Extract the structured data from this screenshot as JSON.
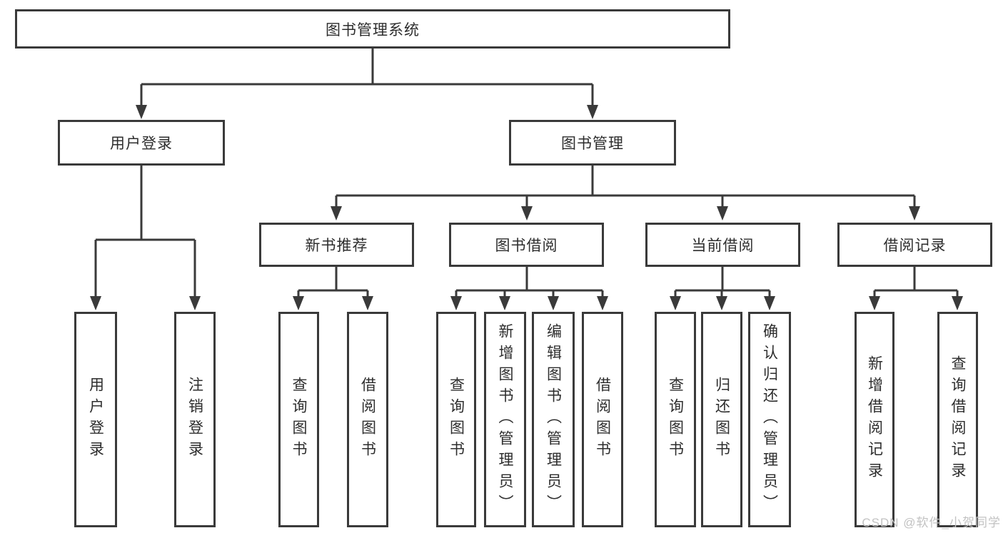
{
  "diagram": {
    "type": "hierarchy",
    "root": {
      "label": "图书管理系统"
    },
    "level2": [
      {
        "label": "用户登录",
        "children": [
          {
            "label": "用户登录"
          },
          {
            "label": "注销登录"
          }
        ]
      },
      {
        "label": "图书管理",
        "children": [
          {
            "label": "新书推荐",
            "children": [
              {
                "label": "查询图书"
              },
              {
                "label": "借阅图书"
              }
            ]
          },
          {
            "label": "图书借阅",
            "children": [
              {
                "label": "查询图书"
              },
              {
                "label": "新增图书（管理员）"
              },
              {
                "label": "编辑图书（管理员）"
              },
              {
                "label": "借阅图书"
              }
            ]
          },
          {
            "label": "当前借阅",
            "children": [
              {
                "label": "查询图书"
              },
              {
                "label": "归还图书"
              },
              {
                "label": "确认归还（管理员）"
              }
            ]
          },
          {
            "label": "借阅记录",
            "children": [
              {
                "label": "新增借阅记录"
              },
              {
                "label": "查询借阅记录"
              }
            ]
          }
        ]
      }
    ],
    "colors": {
      "line": "#3a3a3a",
      "box_border": "#3a3a3a",
      "text": "#2d2d2d",
      "watermark": "#c2c2c2",
      "background": "#ffffff"
    },
    "watermark": "CSDN @软件_小贺同学"
  }
}
